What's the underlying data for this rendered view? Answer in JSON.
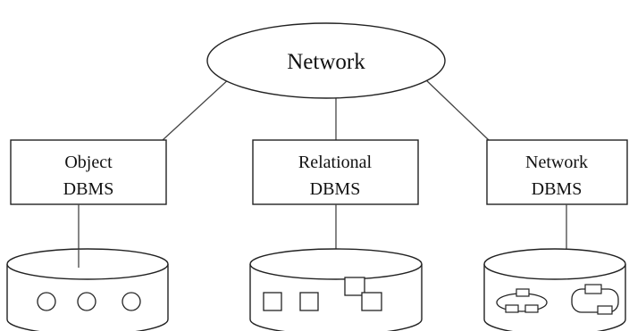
{
  "diagram": {
    "network_node": {
      "label": "Network"
    },
    "dbms_boxes": [
      {
        "line1": "Object",
        "line2": "DBMS"
      },
      {
        "line1": "Relational",
        "line2": "DBMS"
      },
      {
        "line1": "Network",
        "line2": "DBMS"
      }
    ],
    "databases": [
      {
        "kind": "object",
        "content": "circles"
      },
      {
        "kind": "relational",
        "content": "squares"
      },
      {
        "kind": "network",
        "content": "linked-records"
      }
    ]
  }
}
